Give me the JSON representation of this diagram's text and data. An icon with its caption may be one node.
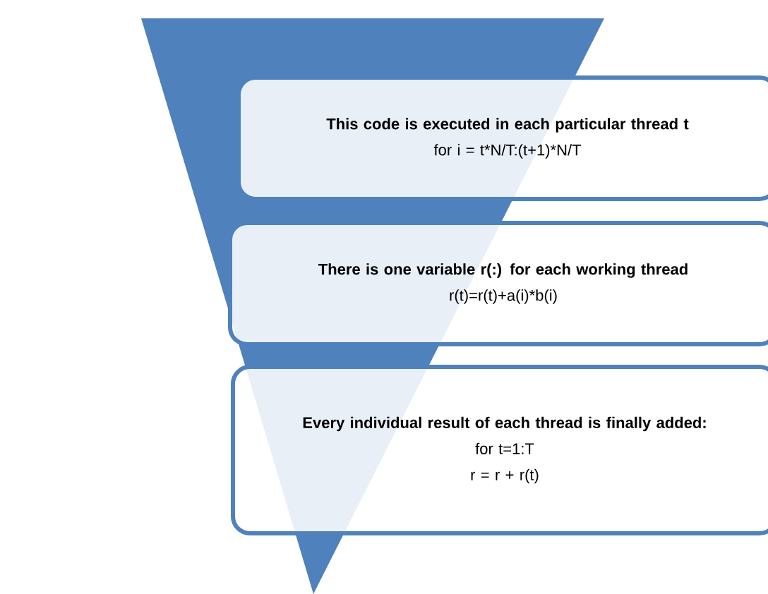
{
  "diagram": {
    "nodes": [
      {
        "text": [
          "This code is executed in each particular thread t",
          "for i = t*N/T:(t+1)*N/T"
        ]
      },
      {
        "text": [
          "There is one variable r(:) for each working thread",
          "r(t)=r(t)+a(i)*b(i)"
        ]
      },
      {
        "text": [
          "Every individual result of each thread is finally added:",
          "for t=1:T",
          "r = r + r(t)"
        ]
      }
    ]
  }
}
